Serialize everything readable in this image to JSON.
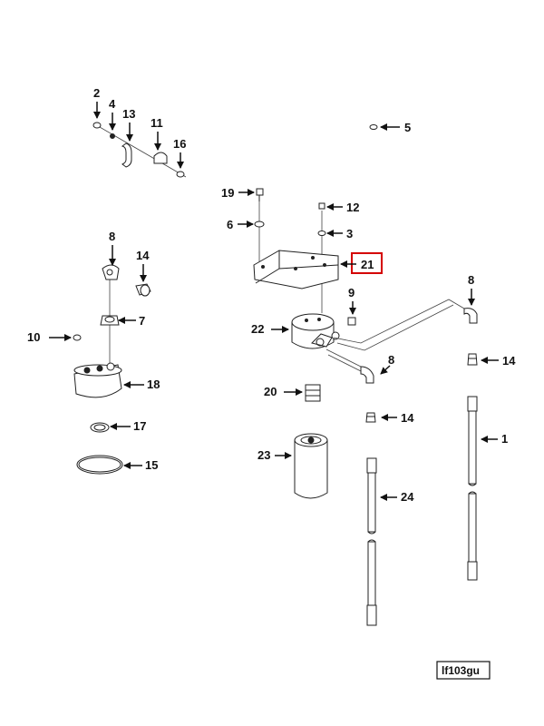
{
  "diagram": {
    "reference_code": "lf103gu",
    "highlighted_callout": "21",
    "highlight_color": "#d40000",
    "callouts": {
      "c1": "1",
      "c2": "2",
      "c3": "3",
      "c4": "4",
      "c5": "5",
      "c6": "6",
      "c7": "7",
      "c8a": "8",
      "c8b": "8",
      "c8c": "8",
      "c9": "9",
      "c10": "10",
      "c11": "11",
      "c12": "12",
      "c13": "13",
      "c14a": "14",
      "c14b": "14",
      "c14c": "14",
      "c15": "15",
      "c16": "16",
      "c17": "17",
      "c18": "18",
      "c19": "19",
      "c20": "20",
      "c21": "21",
      "c22": "22",
      "c23": "23",
      "c24": "24"
    }
  }
}
